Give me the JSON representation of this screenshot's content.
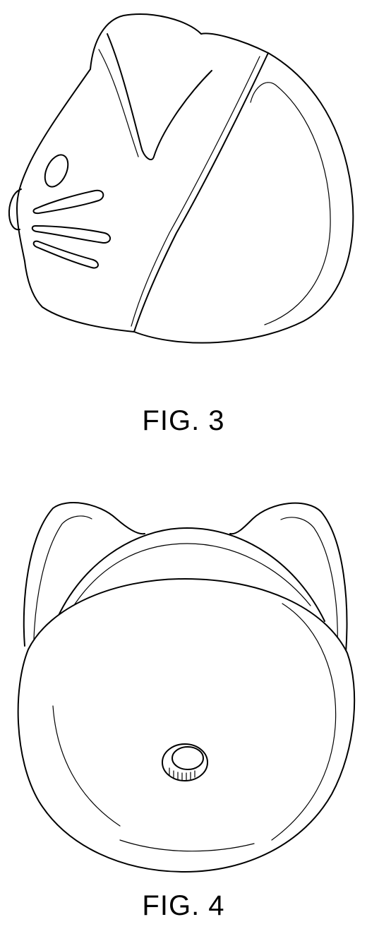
{
  "figures": [
    {
      "id": "fig3",
      "caption": "FIG. 3",
      "view": "side"
    },
    {
      "id": "fig4",
      "caption": "FIG. 4",
      "view": "rear"
    }
  ],
  "colors": {
    "line": "#000000",
    "background": "#ffffff"
  }
}
